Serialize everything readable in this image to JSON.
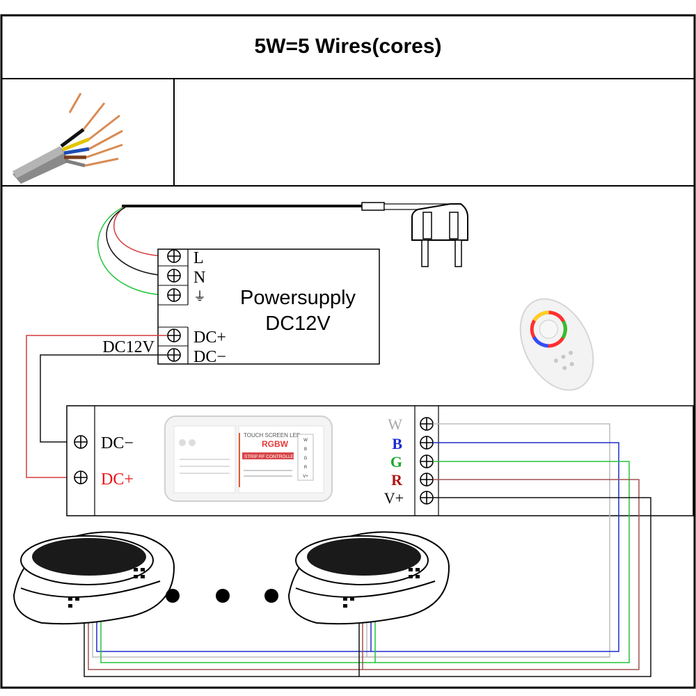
{
  "table": {
    "title": "5W=5 Wires(cores)"
  },
  "powersupply": {
    "name": "Powersupply",
    "voltage": "DC12V",
    "terminals": [
      "L",
      "N",
      "⏚",
      "DC+",
      "DC−"
    ],
    "output_label": "DC12V"
  },
  "controller": {
    "inputs": [
      "DC−",
      "DC+"
    ],
    "outputs": [
      "W",
      "B",
      "G",
      "R",
      "V+"
    ],
    "module": {
      "title_top": "TOUCH SCREEN LED",
      "title_main": "RGBW",
      "subtitle": "STRIP RF CONTROLLER",
      "channels": [
        "W",
        "B",
        "G",
        "R",
        "V+"
      ]
    }
  },
  "colors": {
    "red_wire": "#d43a3a",
    "black_wire": "#111111",
    "green_wire": "#22c43a",
    "blue_wire": "#1f2ccc",
    "white_wire": "#bdbdbd",
    "label_red": "#e8141a",
    "label_blue": "#1a2bd1",
    "label_green": "#1aa82a",
    "label_r": "#b01515",
    "label_w": "#a8a8a8"
  },
  "icons": [
    "cable-icon",
    "plug-icon",
    "remote-icon",
    "pool-light-icon",
    "screw-terminal-icon"
  ]
}
